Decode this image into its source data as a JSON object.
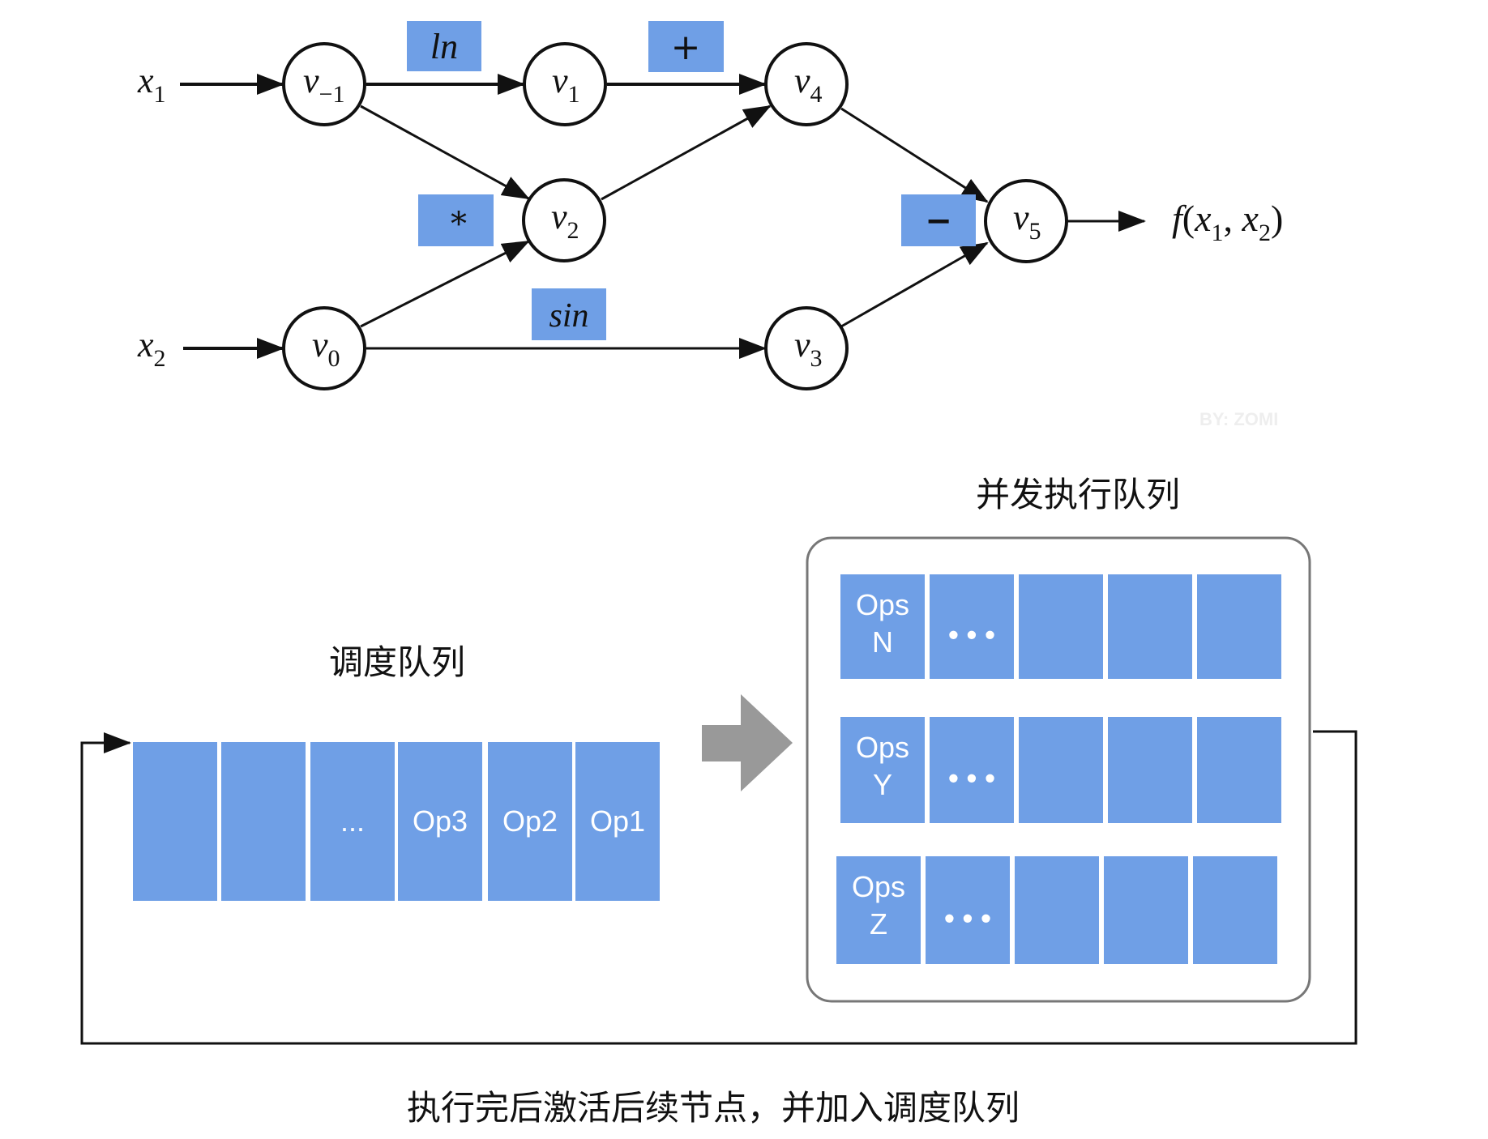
{
  "graph": {
    "inputs": [
      {
        "id": "x1",
        "base": "x",
        "sub": "1"
      },
      {
        "id": "x2",
        "base": "x",
        "sub": "2"
      }
    ],
    "nodes": [
      {
        "id": "vm1",
        "base": "v",
        "sub": "−1"
      },
      {
        "id": "v0",
        "base": "v",
        "sub": "0"
      },
      {
        "id": "v1",
        "base": "v",
        "sub": "1"
      },
      {
        "id": "v2",
        "base": "v",
        "sub": "2"
      },
      {
        "id": "v3",
        "base": "v",
        "sub": "3"
      },
      {
        "id": "v4",
        "base": "v",
        "sub": "4"
      },
      {
        "id": "v5",
        "base": "v",
        "sub": "5"
      }
    ],
    "ops": [
      {
        "id": "op-ln",
        "label": "ln"
      },
      {
        "id": "op-plus",
        "label": "+"
      },
      {
        "id": "op-mul",
        "label": "*"
      },
      {
        "id": "op-sin",
        "label": "sin"
      },
      {
        "id": "op-minus",
        "label": "−"
      }
    ],
    "edges": [
      {
        "from": "x1",
        "to": "vm1"
      },
      {
        "from": "x2",
        "to": "v0"
      },
      {
        "from": "vm1",
        "to": "v1",
        "op": "ln"
      },
      {
        "from": "vm1",
        "to": "v2",
        "op": "*"
      },
      {
        "from": "v0",
        "to": "v2",
        "op": "*"
      },
      {
        "from": "v0",
        "to": "v3",
        "op": "sin"
      },
      {
        "from": "v1",
        "to": "v4",
        "op": "+"
      },
      {
        "from": "v2",
        "to": "v4",
        "op": "+"
      },
      {
        "from": "v4",
        "to": "v5",
        "op": "−"
      },
      {
        "from": "v3",
        "to": "v5",
        "op": "−"
      },
      {
        "from": "v5",
        "to": "output"
      }
    ],
    "output": {
      "f": "f",
      "open": "(",
      "a": "x",
      "a_sub": "1",
      "sep": ", ",
      "b": "x",
      "b_sub": "2",
      "close": ")"
    },
    "watermark": "BY: ZOMI"
  },
  "schedule_queue": {
    "title": "调度队列",
    "items": [
      "",
      "",
      "...",
      "Op3",
      "Op2",
      "Op1"
    ]
  },
  "concurrent_queue": {
    "title": "并发执行队列",
    "rows": [
      {
        "head_line1": "Ops",
        "head_line2": "N",
        "cells": [
          "• • •",
          "",
          "",
          ""
        ]
      },
      {
        "head_line1": "Ops",
        "head_line2": "Y",
        "cells": [
          "• • •",
          "",
          "",
          ""
        ]
      },
      {
        "head_line1": "Ops",
        "head_line2": "Z",
        "cells": [
          "• • •",
          "",
          "",
          ""
        ]
      }
    ]
  },
  "feedback_caption": "执行完后激活后续节点，并加入调度队列",
  "colors": {
    "box_blue": "#6f9fe6",
    "arrow_gray": "#999999",
    "stroke": "#111111",
    "container_border": "#777777"
  }
}
